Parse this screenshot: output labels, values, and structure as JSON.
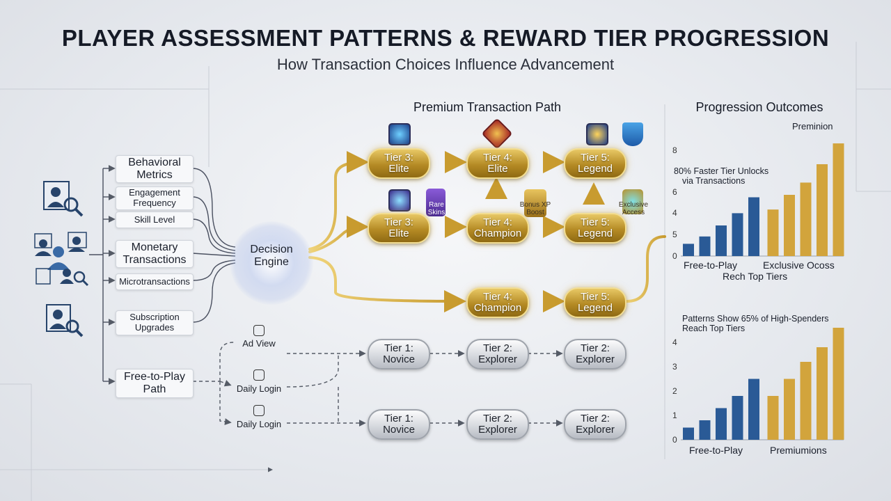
{
  "title": "PLAYER ASSESSMENT PATTERNS & REWARD TIER PROGRESSION",
  "subtitle": "How Transaction Choices Influence Advancement",
  "inputs": {
    "behavioral_metrics": "Behavioral Metrics",
    "engagement_frequency": "Engagement Frequency",
    "skill_level": "Skill Level",
    "monetary_transactions": "Monetary Transactions",
    "microtransactions": "Microtransactions",
    "subscription_upgrades": "Subscription Upgrades",
    "free_to_play_path": "Free-to-Play Path"
  },
  "engine": {
    "label": "Decision Engine"
  },
  "premium": {
    "title": "Premium Transaction Path",
    "row1": [
      {
        "line1": "Tier 3:",
        "line2": "Elite"
      },
      {
        "line1": "Tier 4:",
        "line2": "Elite"
      },
      {
        "line1": "Tier 5:",
        "line2": "Legend"
      }
    ],
    "row2": [
      {
        "line1": "Tier 3:",
        "line2": "Elite"
      },
      {
        "line1": "Tier 4:",
        "line2": "Champion"
      },
      {
        "line1": "Tier 5:",
        "line2": "Legend"
      }
    ],
    "row3": [
      {
        "line1": "Tier 4:",
        "line2": "Champion"
      },
      {
        "line1": "Tier 5:",
        "line2": "Legend"
      }
    ],
    "badges": {
      "rare_skins": "Rare Skins",
      "bonus_xp": "Bonus XP Boost",
      "exclusive_access": "Exclusive Access"
    }
  },
  "free": {
    "ad_view": "Ad View",
    "daily_login_1": "Daily Login",
    "daily_login_2": "Daily Login",
    "row1": [
      {
        "line1": "Tier 1:",
        "line2": "Novice"
      },
      {
        "line1": "Tier 2:",
        "line2": "Explorer"
      },
      {
        "line1": "Tier 2:",
        "line2": "Explorer"
      }
    ],
    "row2": [
      {
        "line1": "Tier 1:",
        "line2": "Novice"
      },
      {
        "line1": "Tier 2:",
        "line2": "Explorer"
      },
      {
        "line1": "Tier 2:",
        "line2": "Explorer"
      }
    ]
  },
  "outcomes": {
    "title": "Progression Outcomes",
    "chart1": {
      "corner_label": "Preminion",
      "annotation_line1": "80% Faster Tier Unlocks",
      "annotation_line2": "via Transactions",
      "ticks": [
        "8",
        "6",
        "4",
        "5",
        "0"
      ],
      "xlabel_left": "Free-to-Play",
      "xlabel_right": "Exclusive Ocoss",
      "caption": "Rech Top Tiers",
      "blue_values": [
        1.0,
        1.6,
        2.5,
        3.5,
        4.8
      ],
      "gold_values": [
        3.8,
        5.0,
        6.0,
        7.5,
        9.2
      ]
    },
    "chart2": {
      "annotation_line1": "Patterns Show 65% of High-Spenders",
      "annotation_line2": "Reach Top Tiers",
      "ticks": [
        "4",
        "3",
        "2",
        "1",
        "0"
      ],
      "xlabel_left": "Free-to-Play",
      "xlabel_right": "Premiumions",
      "blue_values": [
        0.5,
        0.8,
        1.3,
        1.8,
        2.5
      ],
      "gold_values": [
        1.8,
        2.5,
        3.2,
        3.8,
        4.6
      ]
    },
    "colors": {
      "blue": "#2a5a96",
      "gold": "#d2a43c"
    }
  }
}
